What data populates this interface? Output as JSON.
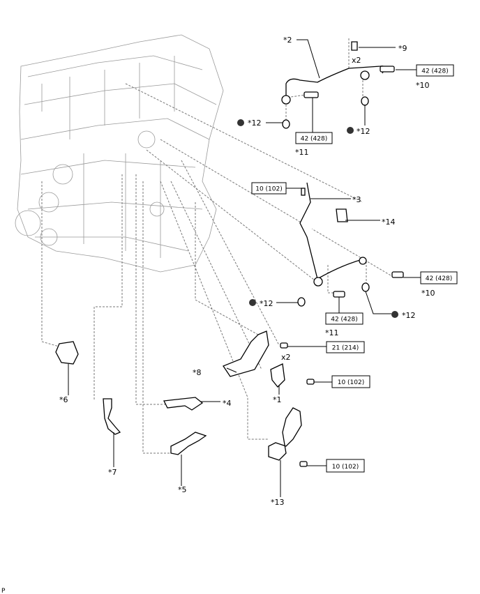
{
  "diagram": {
    "parts": {
      "p1": "*1",
      "p2": "*2",
      "p3": "*3",
      "p4": "*4",
      "p5": "*5",
      "p6": "*6",
      "p7": "*7",
      "p8": "*8",
      "p9": "*9",
      "p10a": "*10",
      "p10b": "*10",
      "p11a": "*11",
      "p11b": "*11",
      "p12a": "*12",
      "p12b": "*12",
      "p12c": "*12",
      "p12d": "*12",
      "p13": "*13",
      "p14": "*14"
    },
    "quantities": {
      "q9": "x2",
      "q21": "x2"
    },
    "torques": {
      "t10a": "42 (428)",
      "t11a": "42 (428)",
      "t3": "10 (102)",
      "t10b": "42 (428)",
      "t11b": "42 (428)",
      "t8": "21 (214)",
      "t1": "10 (102)",
      "t13": "10 (102)"
    },
    "corner_code": "P",
    "colors": {
      "line": "#000000",
      "engine": "#999999",
      "dashed_guide": "#777777",
      "non_reusable_dot": "#333333"
    }
  }
}
